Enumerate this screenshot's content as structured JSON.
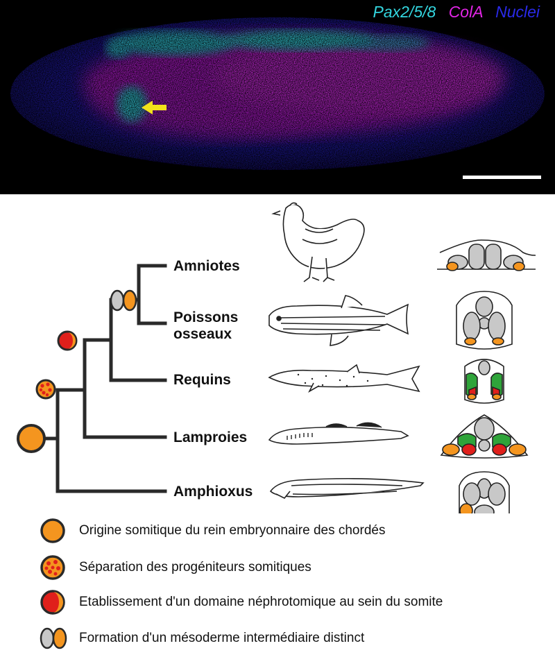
{
  "microscopy": {
    "legend": [
      {
        "label": "Pax2/5/8",
        "color": "#33d6df"
      },
      {
        "label": "ColA",
        "color": "#e225e6"
      },
      {
        "label": "Nuclei",
        "color": "#2a2ae8"
      }
    ],
    "arrow_color": "#f2e21a"
  },
  "tree": {
    "taxa": [
      {
        "label": "Amniotes"
      },
      {
        "label": "Poissons osseaux",
        "line1": "Poissons",
        "line2": "osseaux"
      },
      {
        "label": "Requins"
      },
      {
        "label": "Lamproies"
      },
      {
        "label": "Amphioxus"
      }
    ]
  },
  "legend": {
    "items": [
      {
        "symbol": "orange-circle",
        "text": "Origine somitique du rein embryonnaire des chordés"
      },
      {
        "symbol": "dotted-circle",
        "text": "Séparation des progéniteurs somitiques"
      },
      {
        "symbol": "red-crescent-circle",
        "text": "Etablissement d'un domaine néphrotomique au sein du somite"
      },
      {
        "symbol": "grey-orange-pair",
        "text": "Formation d'un mésoderme intermédiaire distinct"
      }
    ]
  },
  "colors": {
    "orange": "#f4951f",
    "red": "#e0201b",
    "green": "#2fa43a",
    "grey": "#c8c8c8",
    "branch": "#2a2a2a"
  }
}
